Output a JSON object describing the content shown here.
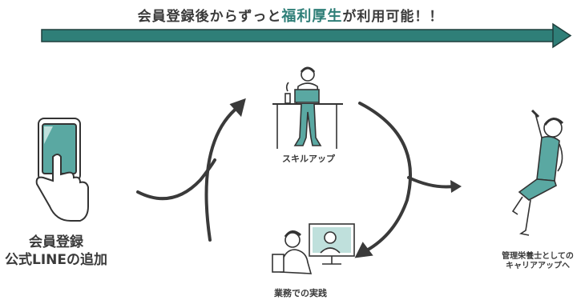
{
  "headline": {
    "prefix": "会員登録後からずっと",
    "highlight": "福利厚生",
    "suffix": "が利用可能！！"
  },
  "steps": {
    "member": {
      "line1": "会員登録",
      "line2": "公式LINEの追加"
    },
    "skill": {
      "label": "スキルアップ"
    },
    "work": {
      "label": "業務での実践"
    },
    "career": {
      "line1": "管理栄養士としての",
      "line2": "キャリアアップへ"
    }
  },
  "colors": {
    "accent": "#2f7f78",
    "arrow": "#3a3a3a",
    "ink": "#333333"
  }
}
